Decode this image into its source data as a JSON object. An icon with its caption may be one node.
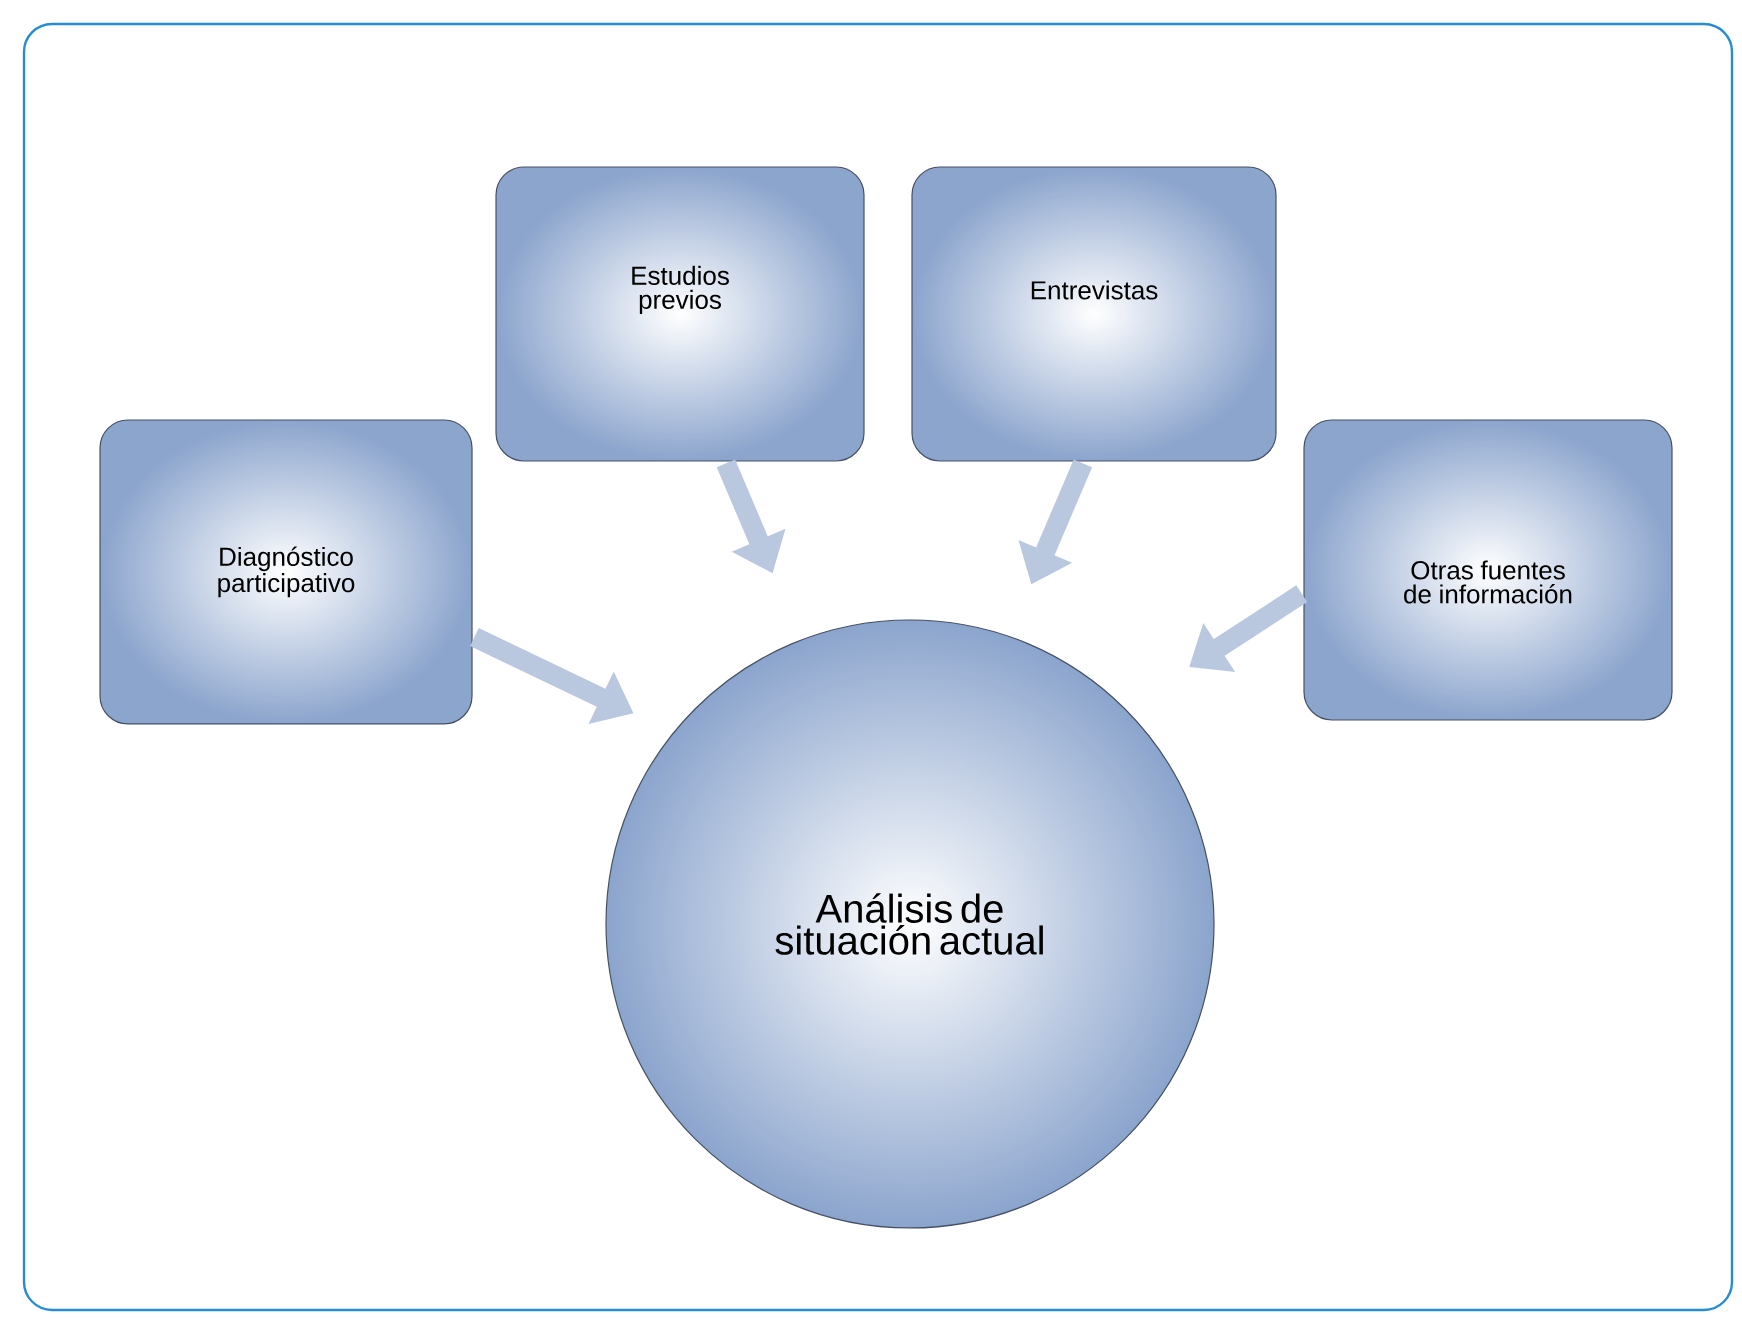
{
  "diagram": {
    "nodes": [
      {
        "text": [
          "Diagnóstico participativo"
        ]
      },
      {
        "text": [
          "Estudios previos"
        ]
      },
      {
        "text": [
          "Entrevistas"
        ]
      },
      {
        "text": [
          "Otras fuentes de información"
        ]
      },
      {
        "text": [
          "Análisis de situación actual"
        ]
      }
    ],
    "edges": [
      {
        "from": 0,
        "to": 4,
        "arrow": "to"
      },
      {
        "from": 1,
        "to": 4,
        "arrow": "to"
      },
      {
        "from": 2,
        "to": 4,
        "arrow": "to"
      },
      {
        "from": 3,
        "to": 4,
        "arrow": "to"
      }
    ]
  }
}
